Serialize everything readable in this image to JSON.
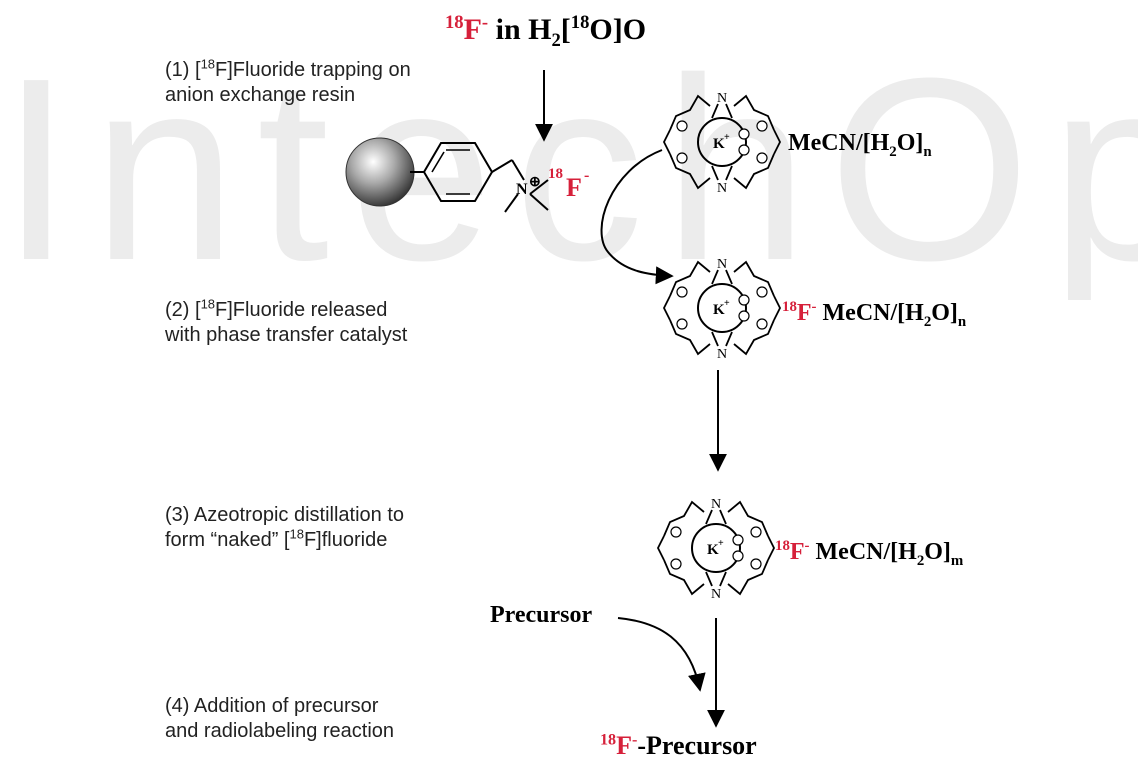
{
  "watermark": "IntechOpen",
  "title": {
    "iso": "18",
    "element": "F",
    "charge": "-",
    "text_in": "in H",
    "sub2": "2",
    "bracket_open": "[",
    "iso_o": "18",
    "text_o": "O]O"
  },
  "steps": [
    {
      "line1_pre": "(1) [",
      "line1_sup": "18",
      "line1_post": "F]Fluoride trapping on",
      "line2": "anion exchange resin"
    },
    {
      "line1_pre": "(2) [",
      "line1_sup": "18",
      "line1_post": "F]Fluoride released",
      "line2": "with phase transfer catalyst"
    },
    {
      "line1": "(3) Azeotropic distillation to",
      "line2_pre": "form “naked” [",
      "line2_sup": "18",
      "line2_post": "F]fluoride"
    },
    {
      "line1": "(4) Addition of precursor",
      "line2": "and radiolabeling reaction"
    }
  ],
  "resin": {
    "nitrogen": "N",
    "charge": "⊕",
    "iso": "18",
    "element": "F",
    "charge_f": "-"
  },
  "cryptand": {
    "potassium": "K",
    "k_charge": "+",
    "n_atom": "N",
    "o_atom": "O"
  },
  "solvent_n": {
    "text": "MeCN/[H",
    "sub2": "2",
    "close": "O]",
    "sub": "n"
  },
  "solvent_m": {
    "text": "MeCN/[H",
    "sub2": "2",
    "close": "O]",
    "sub": "m"
  },
  "fluoride_label": {
    "iso": "18",
    "element": "F",
    "charge": "-"
  },
  "precursor_label": "Precursor",
  "product": {
    "iso": "18",
    "element": "F",
    "charge": "-",
    "text": "-Precursor"
  },
  "colors": {
    "fluoride_red": "#d6203a",
    "text_gray": "#222222",
    "watermark": "#ececec"
  }
}
